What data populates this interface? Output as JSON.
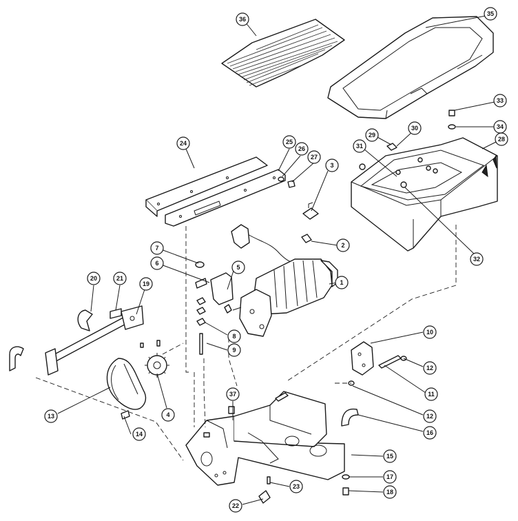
{
  "callouts": [
    {
      "id": "c1",
      "label": "1"
    },
    {
      "id": "c2",
      "label": "2"
    },
    {
      "id": "c3",
      "label": "3"
    },
    {
      "id": "c4",
      "label": "4"
    },
    {
      "id": "c5",
      "label": "5"
    },
    {
      "id": "c6",
      "label": "6"
    },
    {
      "id": "c7",
      "label": "7"
    },
    {
      "id": "c8",
      "label": "8"
    },
    {
      "id": "c9",
      "label": "9"
    },
    {
      "id": "c10",
      "label": "10"
    },
    {
      "id": "c11",
      "label": "11"
    },
    {
      "id": "c12a",
      "label": "12"
    },
    {
      "id": "c12b",
      "label": "12"
    },
    {
      "id": "c13",
      "label": "13"
    },
    {
      "id": "c14",
      "label": "14"
    },
    {
      "id": "c15",
      "label": "15"
    },
    {
      "id": "c16",
      "label": "16"
    },
    {
      "id": "c17",
      "label": "17"
    },
    {
      "id": "c18",
      "label": "18"
    },
    {
      "id": "c19",
      "label": "19"
    },
    {
      "id": "c20",
      "label": "20"
    },
    {
      "id": "c21a",
      "label": "21"
    },
    {
      "id": "c22",
      "label": "22"
    },
    {
      "id": "c23",
      "label": "23"
    },
    {
      "id": "c24",
      "label": "24"
    },
    {
      "id": "c25",
      "label": "25"
    },
    {
      "id": "c26",
      "label": "26"
    },
    {
      "id": "c27",
      "label": "27"
    },
    {
      "id": "c28",
      "label": "28"
    },
    {
      "id": "c29",
      "label": "29"
    },
    {
      "id": "c30",
      "label": "30"
    },
    {
      "id": "c31",
      "label": "31"
    },
    {
      "id": "c32",
      "label": "32"
    },
    {
      "id": "c33",
      "label": "33"
    },
    {
      "id": "c34",
      "label": "34"
    },
    {
      "id": "c35",
      "label": "35"
    },
    {
      "id": "c36",
      "label": "36"
    },
    {
      "id": "c37",
      "label": "37"
    }
  ]
}
